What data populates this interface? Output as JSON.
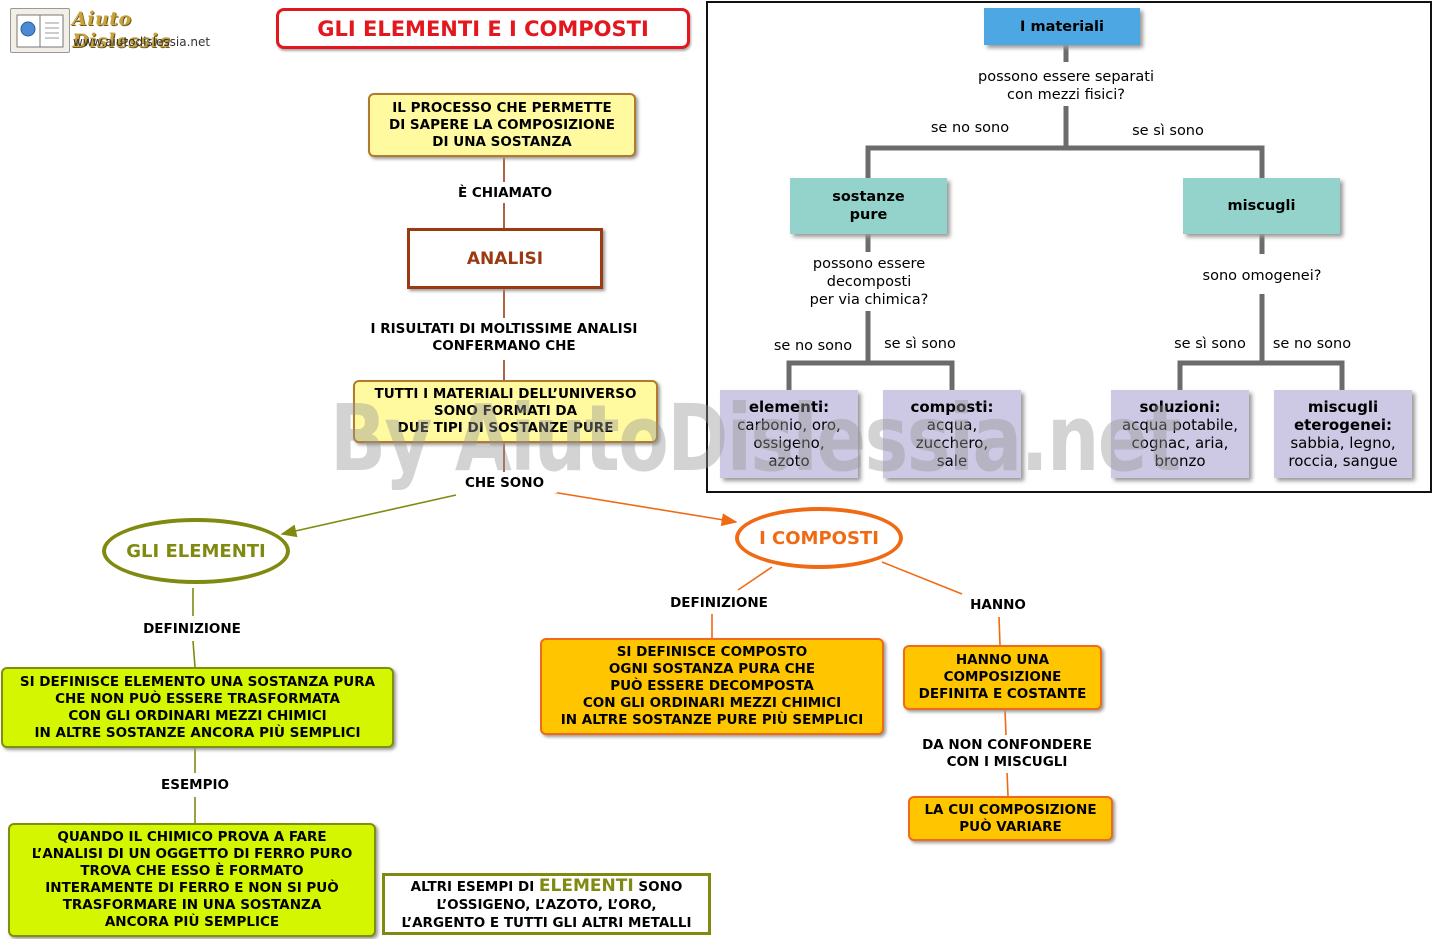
{
  "header": {
    "logo_title": "Aiuto Dislessia",
    "logo_url": "www.aiutodislessia.net",
    "title": "GLI ELEMENTI E I COMPOSTI"
  },
  "left_map": {
    "process_box": "IL  PROCESSO CHE PERMETTE\nDI SAPERE  LA  COMPOSIZIONE\nDI  UNA SOSTANZA",
    "link_chiamato": "È CHIAMATO",
    "analisi": "ANALISI",
    "link_risultati": "I RISULTATI DI MOLTISSIME ANALISI\nCONFERMANO CHE",
    "materiali_box": "TUTTI I MATERIALI DELL’UNIVERSO\nSONO FORMATI DA\nDUE TIPI DI SOSTANZE PURE",
    "link_che_sono": "CHE SONO",
    "elementi": {
      "title": "GLI ELEMENTI",
      "link_definizione": "DEFINIZIONE",
      "definizione": "SI DEFINISCE ELEMENTO UNA SOSTANZA PURA\nCHE NON PUÒ ESSERE TRASFORMATA\nCON GLI ORDINARI MEZZI CHIMICI\nIN ALTRE SOSTANZE ANCORA PIÙ SEMPLICI",
      "link_esempio": "ESEMPIO",
      "esempio": "QUANDO IL CHIMICO PROVA A FARE\nL’ANALISI DI UN OGGETTO DI FERRO PURO\nTROVA CHE ESSO È FORMATO\nINTERAMENTE DI FERRO E NON SI PUÒ\nTRASFORMARE IN UNA SOSTANZA\nANCORA  PIÙ  SEMPLICE"
    },
    "altri": {
      "prefix": "ALTRI  ESEMPI  DI",
      "highlight": "ELEMENTI",
      "suffix": "SONO",
      "line2": "L’OSSIGENO,  L’AZOTO,  L’ORO,",
      "line3": "L’ARGENTO E TUTTI GLI ALTRI METALLI"
    },
    "composti": {
      "title": "I COMPOSTI",
      "link_definizione": "DEFINIZIONE",
      "definizione": "SI DEFINISCE COMPOSTO\nOGNI SOSTANZA PURA CHE\nPUÒ ESSERE DECOMPOSTA\nCON GLI ORDINARI MEZZI CHIMICI\nIN ALTRE SOSTANZE PURE PIÙ SEMPLICI",
      "link_hanno": "HANNO",
      "hanno": "HANNO UNA\nCOMPOSIZIONE\nDEFINITA E COSTANTE",
      "link_confondere": "DA NON CONFONDERE\nCON I MISCUGLI",
      "miscugli": "LA CUI COMPOSIZIONE\nPUÒ VARIARE"
    }
  },
  "flowchart": {
    "root": "I materiali",
    "question1": "possono essere separati\ncon mezzi fisici?",
    "branch_no_1": "se no sono",
    "branch_si_1": "se sì sono",
    "sostanze_pure": "sostanze\npure",
    "miscugli": "miscugli",
    "question2": "possono essere\ndecomposti\nper via chimica?",
    "question3": "sono omogenei?",
    "branch_no_2": "se no sono",
    "branch_si_2": "se sì sono",
    "branch_si_3": "se sì sono",
    "branch_no_3": "se no sono",
    "leaves": [
      {
        "title": "elementi:",
        "body": "carbonio, oro,\nossigeno,\nazoto"
      },
      {
        "title": "composti:",
        "body": "acqua,\nzucchero,\nsale"
      },
      {
        "title": "soluzioni:",
        "body": "acqua potabile,\ncognac, aria,\nbronzo"
      },
      {
        "title": "miscugli\neterogenei:",
        "body": "sabbia, legno,\nroccia, sangue"
      }
    ]
  },
  "watermark": "By AiutoDislessia.net",
  "colors": {
    "title_red": "#e3181f",
    "analisi_brown": "#9b3a12",
    "elementi_olive": "#808a10",
    "composti_orange": "#f06a14",
    "flow_blue": "#4da7e3",
    "flow_teal": "#93d3cb",
    "flow_lavender": "#cdc8e3"
  }
}
